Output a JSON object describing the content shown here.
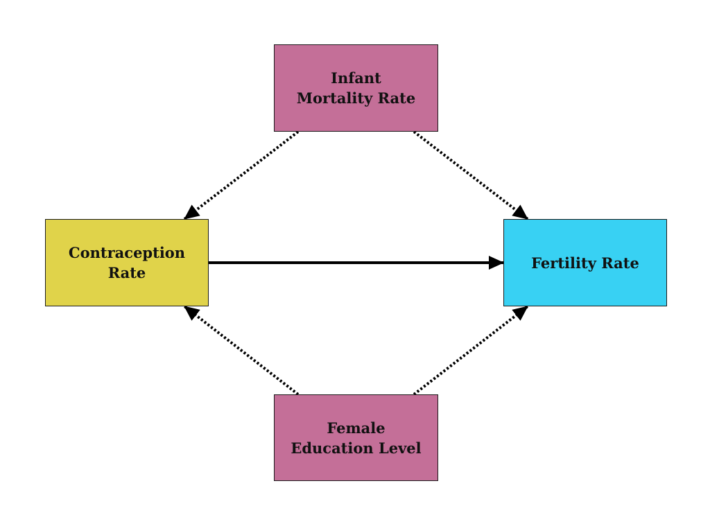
{
  "nodes": {
    "infant_mortality": {
      "label": "Infant Mortality Rate",
      "color": "#c46f98"
    },
    "contraception": {
      "label": "Contraception Rate",
      "color": "#e0d34a"
    },
    "fertility": {
      "label": "Fertility Rate",
      "color": "#38d1f3"
    },
    "female_education": {
      "label": "Female Education Level",
      "color": "#c46f98"
    }
  },
  "edges": [
    {
      "from": "Infant Mortality Rate",
      "to": "Contraception Rate",
      "style": "dotted"
    },
    {
      "from": "Infant Mortality Rate",
      "to": "Fertility Rate",
      "style": "dotted"
    },
    {
      "from": "Contraception Rate",
      "to": "Fertility Rate",
      "style": "solid"
    },
    {
      "from": "Female Education Level",
      "to": "Contraception Rate",
      "style": "dotted"
    },
    {
      "from": "Female Education Level",
      "to": "Fertility Rate",
      "style": "dotted"
    }
  ],
  "edge_color": "#000000"
}
